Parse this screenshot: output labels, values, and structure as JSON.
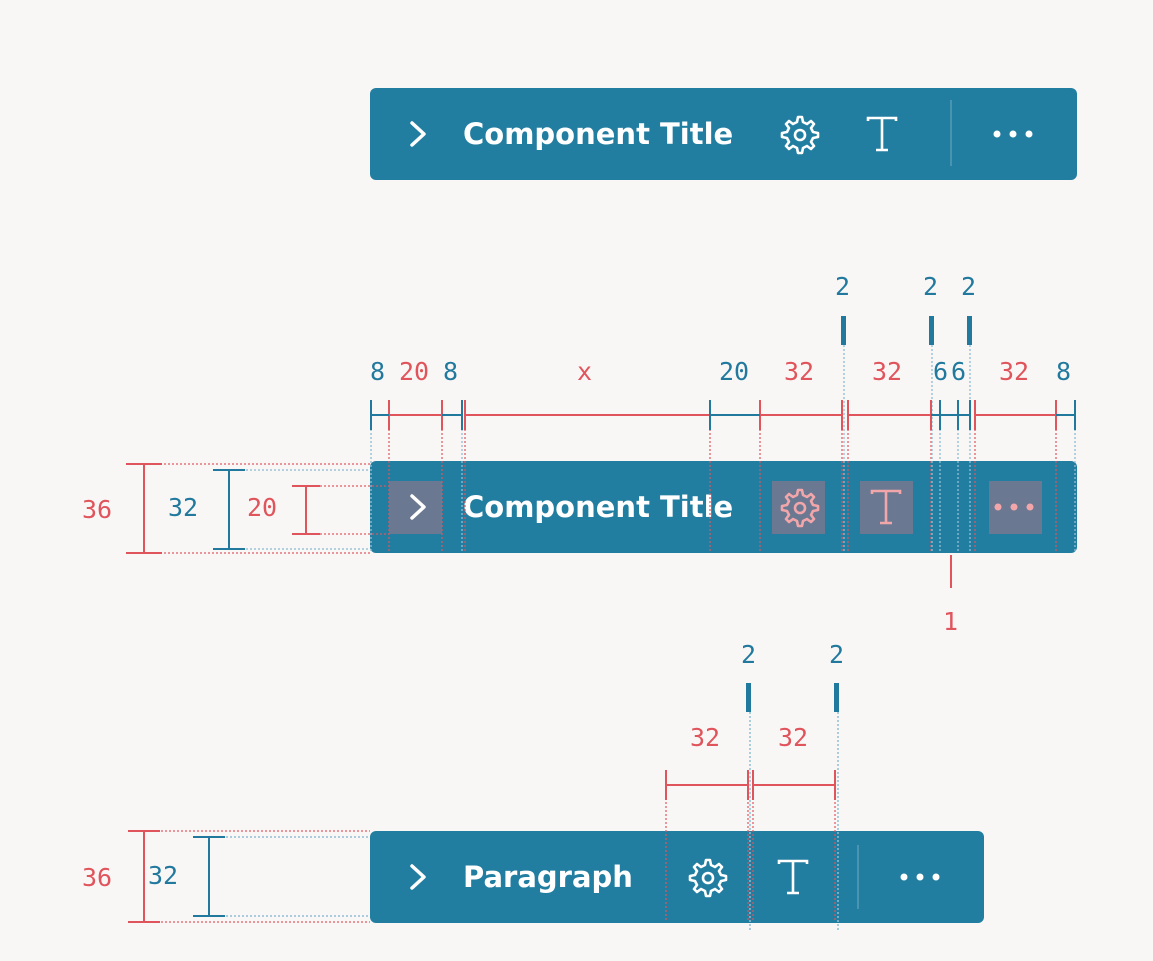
{
  "toolbars": [
    {
      "label": "Component Title"
    },
    {
      "label": "Component Title"
    },
    {
      "label": "Paragraph"
    }
  ],
  "icons": [
    "chevron-right-icon",
    "gear-icon",
    "text-format-icon",
    "more-horizontal-icon"
  ],
  "colors": {
    "toolbar": "#227ea0",
    "measure_red": "#e0545c",
    "measure_blue": "#22799e",
    "background": "#f9f7f6"
  },
  "measurements": {
    "widths": [
      "8",
      "20",
      "8",
      "x",
      "20",
      "32",
      "32",
      "6",
      "6",
      "32",
      "8"
    ],
    "gaps": [
      "2",
      "2",
      "2"
    ],
    "separator": "1",
    "heights": [
      "36",
      "32",
      "20"
    ],
    "paragraph_widths": [
      "32",
      "32"
    ],
    "paragraph_gaps": [
      "2",
      "2"
    ],
    "paragraph_heights": [
      "36",
      "32"
    ]
  }
}
